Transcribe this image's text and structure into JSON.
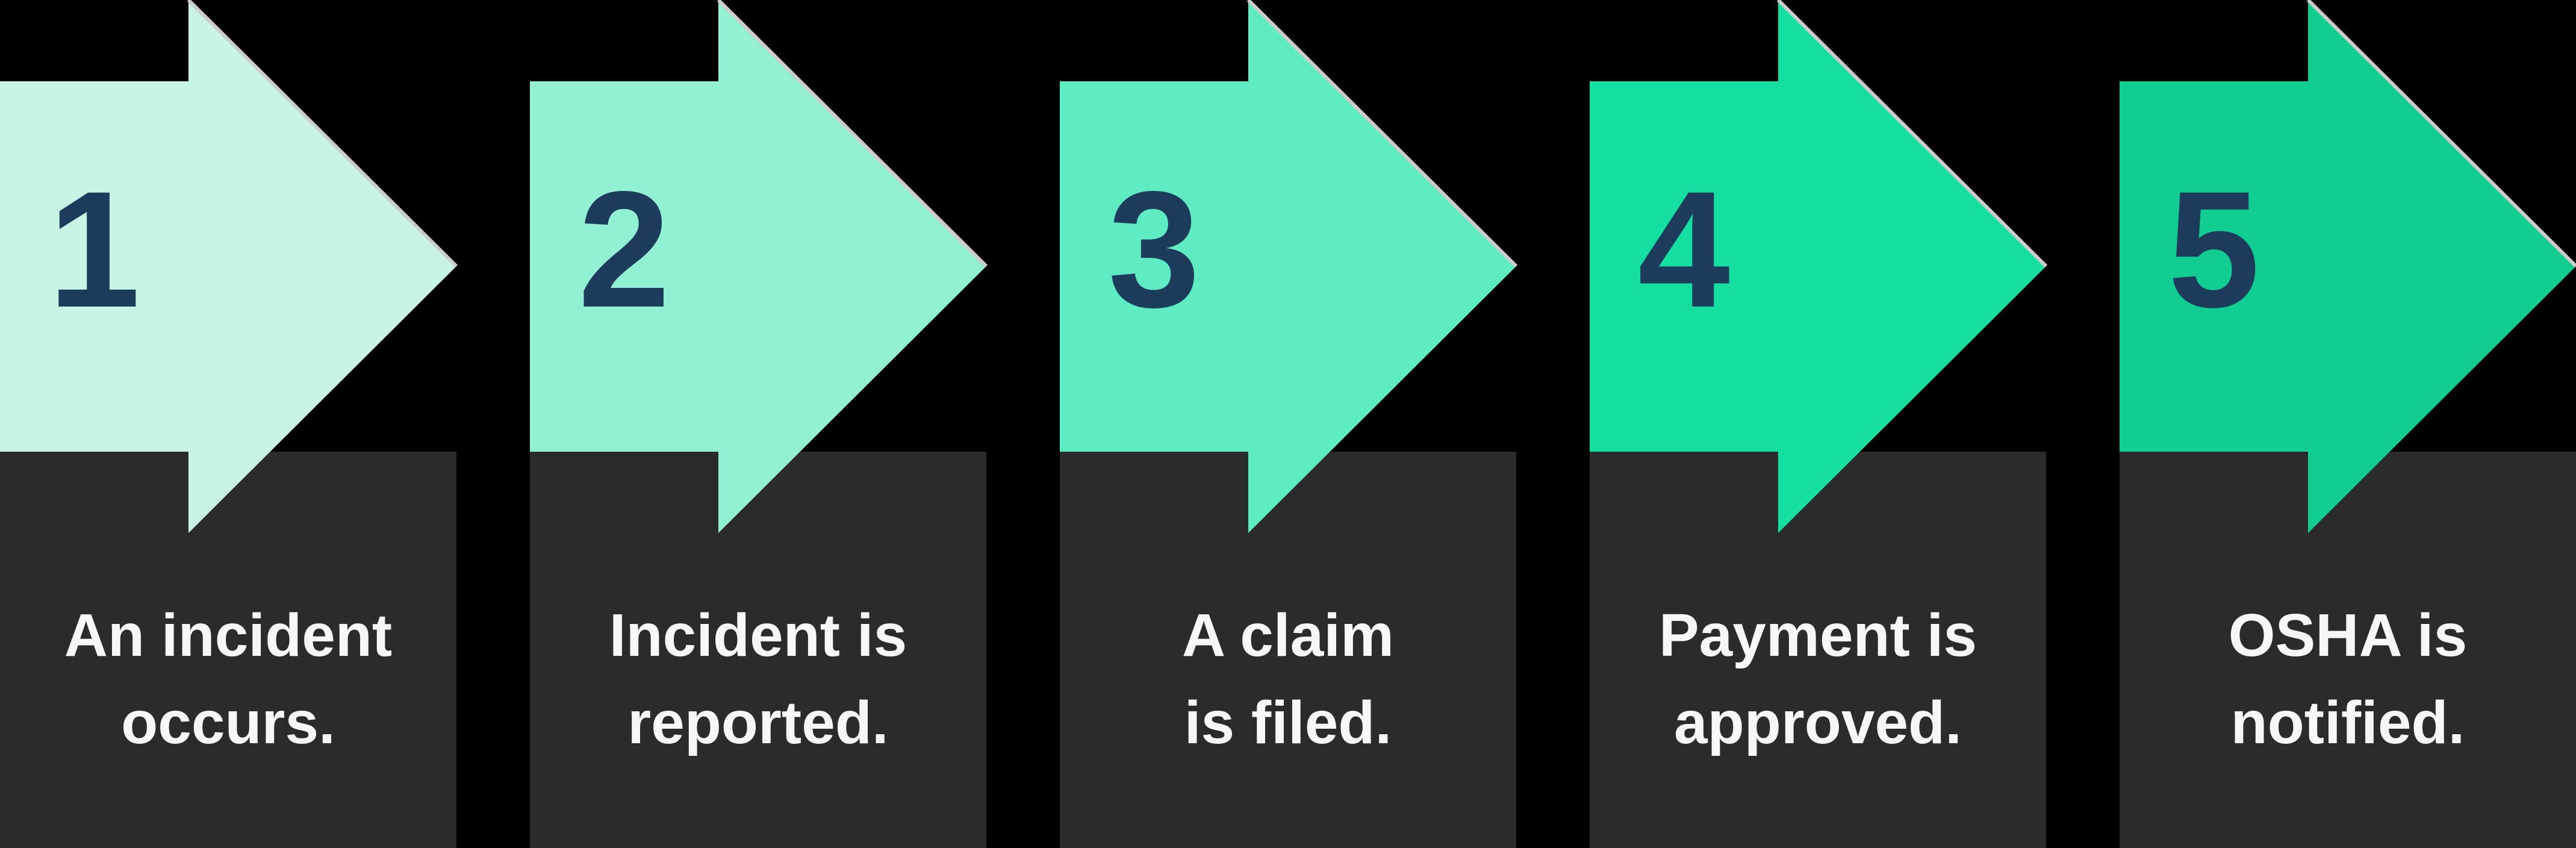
{
  "palette": {
    "background": "#000000",
    "card": "#2b2b2b",
    "number": "#1d3c5c",
    "caption": "#f7f7f7",
    "edge_highlight": "#cccccc"
  },
  "steps": [
    {
      "number": "1",
      "arrow_color": "#c8f4e6",
      "lines": [
        "An incident",
        "occurs."
      ]
    },
    {
      "number": "2",
      "arrow_color": "#92f0d3",
      "lines": [
        "Incident is",
        "reported."
      ]
    },
    {
      "number": "3",
      "arrow_color": "#5fecc3",
      "lines": [
        "A claim",
        "is filed."
      ]
    },
    {
      "number": "4",
      "arrow_color": "#14dfa0",
      "lines": [
        "Payment is",
        "approved."
      ]
    },
    {
      "number": "5",
      "arrow_color": "#11cd91",
      "lines": [
        "OSHA is",
        "notified."
      ]
    }
  ]
}
